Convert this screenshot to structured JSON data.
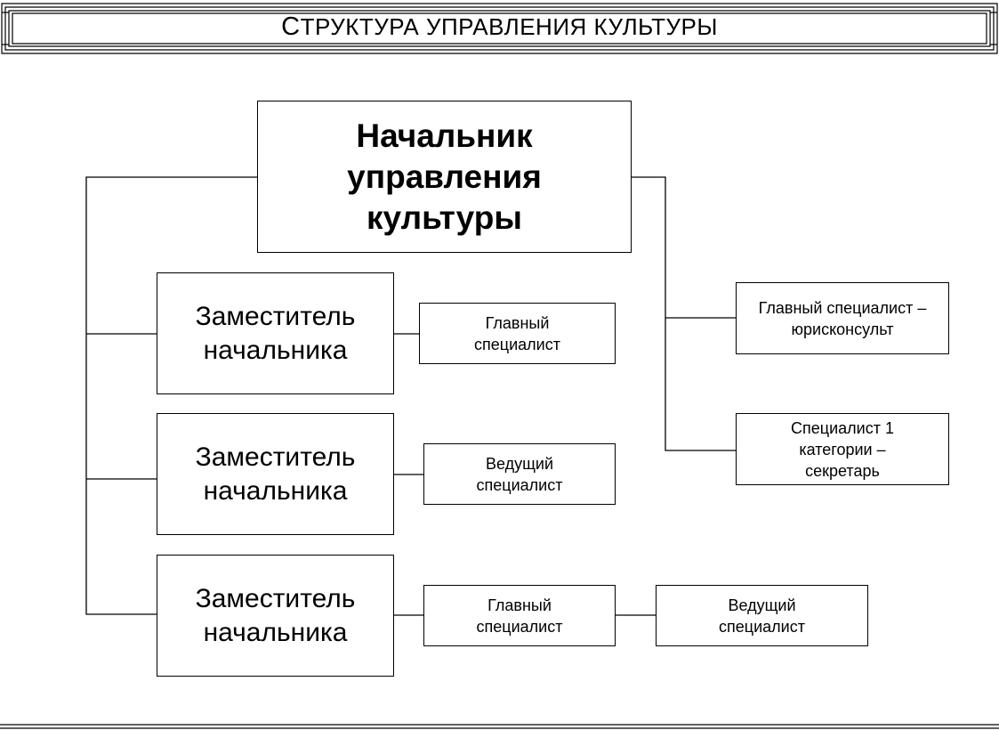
{
  "title": {
    "first_letter": "С",
    "rest": "ТРУКТУРА УПРАВЛЕНИЯ КУЛЬТУРЫ"
  },
  "chief": {
    "line1": "Начальник",
    "line2": "управления",
    "line3": "культуры"
  },
  "deputies": [
    {
      "line1": "Заместитель",
      "line2": "начальника"
    },
    {
      "line1": "Заместитель",
      "line2": "начальника"
    },
    {
      "line1": "Заместитель",
      "line2": "начальника"
    }
  ],
  "subordinates": {
    "d1_main": {
      "line1": "Главный",
      "line2": "специалист"
    },
    "d2_lead": {
      "line1": "Ведущий",
      "line2": "специалист"
    },
    "d3_main": {
      "line1": "Главный",
      "line2": "специалист"
    },
    "d3_lead": {
      "line1": "Ведущий",
      "line2": "специалист"
    }
  },
  "staff": {
    "legal": {
      "line1": "Главный специалист –",
      "line2": "юрисконсульт"
    },
    "secretary": {
      "line1": "Специалист 1",
      "line2": "категории –",
      "line3": "секретарь"
    }
  }
}
